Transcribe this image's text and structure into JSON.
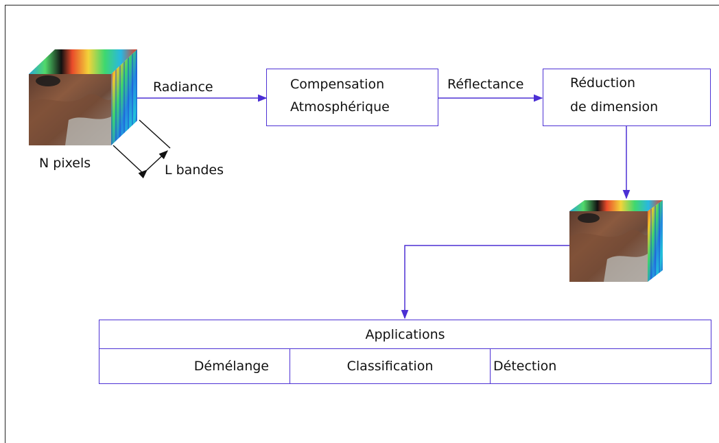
{
  "labels": {
    "radiance": "Radiance",
    "reflectance": "Réflectance",
    "n_pixels": "N pixels",
    "l_bandes": "L bandes"
  },
  "boxes": {
    "compensation": {
      "line1": "Compensation",
      "line2": "Atmosphérique"
    },
    "reduction": {
      "line1": "Réduction",
      "line2": "de dimension"
    }
  },
  "applications": {
    "title": "Applications",
    "items": [
      "Démélange",
      "Classification",
      "Détection"
    ]
  },
  "colors": {
    "arrow": "#4b2fd4",
    "box_border": "#4b2fd4"
  }
}
